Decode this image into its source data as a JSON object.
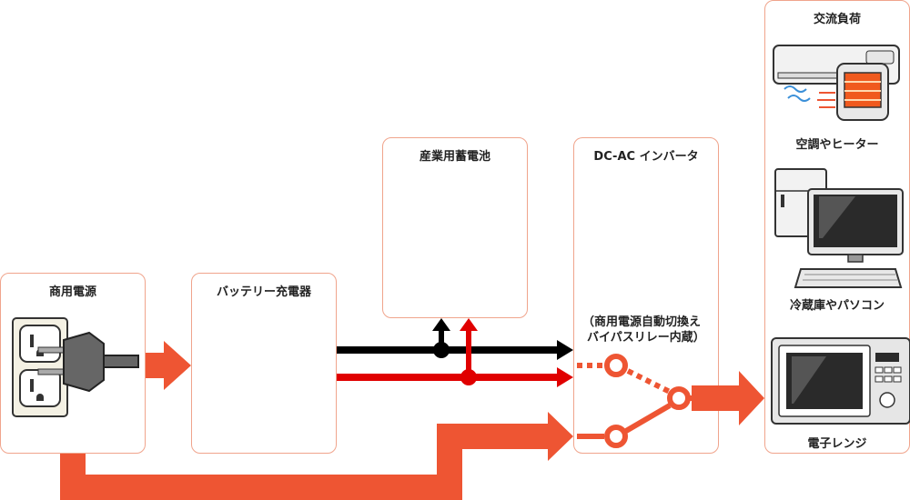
{
  "blocks": {
    "commercial_power": "商用電源",
    "charger": "バッテリー充電器",
    "battery": "産業用蓄電池",
    "inverter": "DC-AC インバータ",
    "inverter_note_line1": "（商用電源自動切換え",
    "inverter_note_line2": "バイパスリレー内蔵）",
    "ac_load": "交流負荷"
  },
  "loads": [
    {
      "label": "空調やヒーター",
      "icon": "air-conditioner-heater-icon"
    },
    {
      "label": "冷蔵庫やパソコン",
      "icon": "refrigerator-computer-icon"
    },
    {
      "label": "電子レンジ",
      "icon": "microwave-icon"
    }
  ],
  "colors": {
    "power_flow": "#ee5533",
    "box_border": "#f0a48c",
    "dc_positive": "#e00000",
    "dc_negative": "#000000"
  }
}
